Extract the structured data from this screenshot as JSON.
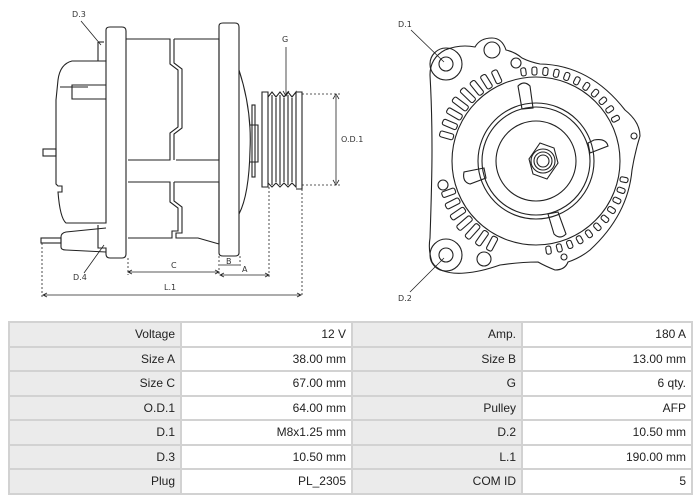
{
  "drawing": {
    "side_view_labels": {
      "d3": "D.3",
      "d4": "D.4",
      "g": "G",
      "od1": "O.D.1",
      "c": "C",
      "b": "B",
      "a": "A",
      "l1": "L.1"
    },
    "front_view_labels": {
      "d1": "D.1",
      "d2": "D.2"
    }
  },
  "specs": {
    "rows": [
      {
        "label1": "Voltage",
        "value1": "12 V",
        "label2": "Amp.",
        "value2": "180 A"
      },
      {
        "label1": "Size A",
        "value1": "38.00 mm",
        "label2": "Size B",
        "value2": "13.00 mm"
      },
      {
        "label1": "Size C",
        "value1": "67.00 mm",
        "label2": "G",
        "value2": "6 qty."
      },
      {
        "label1": "O.D.1",
        "value1": "64.00 mm",
        "label2": "Pulley",
        "value2": "AFP"
      },
      {
        "label1": "D.1",
        "value1": "M8x1.25 mm",
        "label2": "D.2",
        "value2": "10.50 mm"
      },
      {
        "label1": "D.3",
        "value1": "10.50 mm",
        "label2": "L.1",
        "value2": "190.00 mm"
      },
      {
        "label1": "Plug",
        "value1": "PL_2305",
        "label2": "COM ID",
        "value2": "5"
      }
    ]
  }
}
